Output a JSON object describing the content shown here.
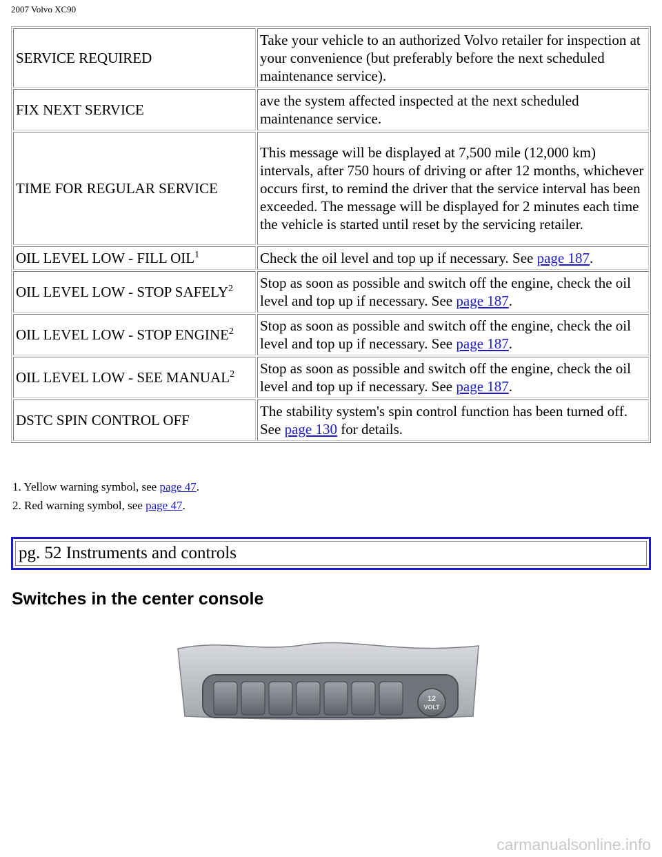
{
  "header": {
    "title": "2007 Volvo XC90"
  },
  "table": {
    "rows": [
      {
        "message": "SERVICE REQUIRED",
        "sup": "",
        "desc_pre": "Take your vehicle to an authorized Volvo retailer for inspection at your convenience (but preferably before the next scheduled maintenance service).",
        "link": "",
        "desc_post": ""
      },
      {
        "message": "FIX NEXT SERVICE",
        "sup": "",
        "desc_pre": "ave the system affected inspected at the next scheduled maintenance service.",
        "link": "",
        "desc_post": ""
      },
      {
        "message": "TIME FOR REGULAR SERVICE",
        "sup": "",
        "desc_pre": "This message will be displayed at 7,500 mile (12,000 km) intervals, after 750 hours of driving or after 12 months, whichever occurs first, to remind the driver that the service interval has been exceeded. The message will be displayed for 2 minutes each time the vehicle is started until reset by the servicing retailer.",
        "link": "",
        "desc_post": ""
      },
      {
        "message": "OIL LEVEL LOW - FILL OIL",
        "sup": "1",
        "desc_pre": "Check the oil level and top up if necessary. See ",
        "link": "page 187",
        "desc_post": "."
      },
      {
        "message": "OIL LEVEL LOW - STOP SAFELY",
        "sup": "2",
        "desc_pre": "Stop as soon as possible and switch off the engine, check the oil level and top up if necessary. See ",
        "link": "page 187",
        "desc_post": "."
      },
      {
        "message": "OIL LEVEL LOW - STOP ENGINE",
        "sup": "2",
        "desc_pre": "Stop as soon as possible and switch off the engine, check the oil level and top up if necessary. See ",
        "link": "page 187",
        "desc_post": "."
      },
      {
        "message": "OIL LEVEL LOW - SEE MANUAL",
        "sup": "2",
        "desc_pre": "Stop as soon as possible and switch off the engine, check the oil level and top up if necessary. See ",
        "link": "page 187",
        "desc_post": "."
      },
      {
        "message": "DSTC SPIN CONTROL OFF",
        "sup": "",
        "desc_pre": "The stability system's spin control function has been turned off. See ",
        "link": "page 130",
        "desc_post": " for details."
      }
    ]
  },
  "footnotes": [
    {
      "text": "1. Yellow warning symbol, see ",
      "link": "page 47",
      "post": "."
    },
    {
      "text": "2. Red warning symbol, see ",
      "link": "page 47",
      "post": "."
    }
  ],
  "page_box": {
    "label": "pg. 52 Instruments and controls"
  },
  "section": {
    "heading": "Switches in the center console"
  },
  "figure": {
    "button_label_top": "12",
    "button_label_bottom": "VOLT"
  },
  "watermark": {
    "text": "carmanualsonline.info"
  }
}
